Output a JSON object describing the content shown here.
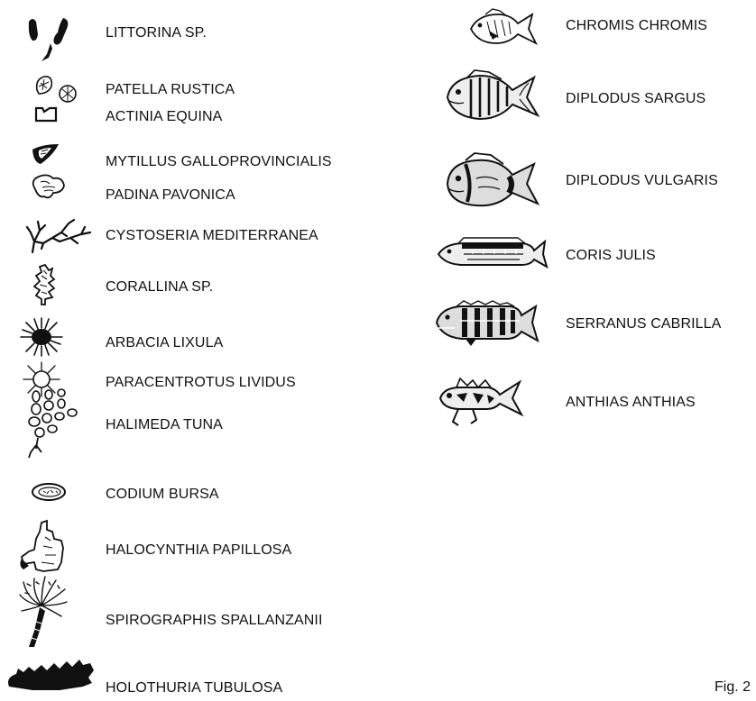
{
  "left_species": [
    {
      "label": "LITTORINA SP.",
      "icon": "littorina-icon"
    },
    {
      "label": "PATELLA RUSTICA",
      "icon": "patella-icon"
    },
    {
      "label": "ACTINIA EQUINA",
      "icon": "actinia-icon"
    },
    {
      "label": "MYTILLUS GALLOPROVINCIALIS",
      "icon": "mytilus-icon"
    },
    {
      "label": "PADINA PAVONICA",
      "icon": "padina-icon"
    },
    {
      "label": "CYSTOSERIA MEDITERRANEA",
      "icon": "cystoseira-icon"
    },
    {
      "label": "CORALLINA SP.",
      "icon": "corallina-icon"
    },
    {
      "label": "ARBACIA LIXULA",
      "icon": "arbacia-icon"
    },
    {
      "label": "PARACENTROTUS LIVIDUS",
      "icon": "paracentrotus-icon"
    },
    {
      "label": "HALIMEDA TUNA",
      "icon": "halimeda-icon"
    },
    {
      "label": "CODIUM BURSA",
      "icon": "codium-icon"
    },
    {
      "label": "HALOCYNTHIA PAPILLOSA",
      "icon": "halocynthia-icon"
    },
    {
      "label": "SPIROGRAPHIS SPALLANZANII",
      "icon": "spirographis-icon"
    },
    {
      "label": "HOLOTHURIA TUBULOSA",
      "icon": "holothuria-icon"
    }
  ],
  "right_species": [
    {
      "label": "CHROMIS  CHROMIS",
      "icon": "chromis-fish-icon"
    },
    {
      "label": "DIPLODUS  SARGUS",
      "icon": "diplodus-sargus-fish-icon"
    },
    {
      "label": "DIPLODUS  VULGARIS",
      "icon": "diplodus-vulgaris-fish-icon"
    },
    {
      "label": "CORIS  JULIS",
      "icon": "coris-fish-icon"
    },
    {
      "label": "SERRANUS  CABRILLA",
      "icon": "serranus-fish-icon"
    },
    {
      "label": "ANTHIAS  ANTHIAS",
      "icon": "anthias-fish-icon"
    }
  ],
  "figure_label": "Fig. 2"
}
